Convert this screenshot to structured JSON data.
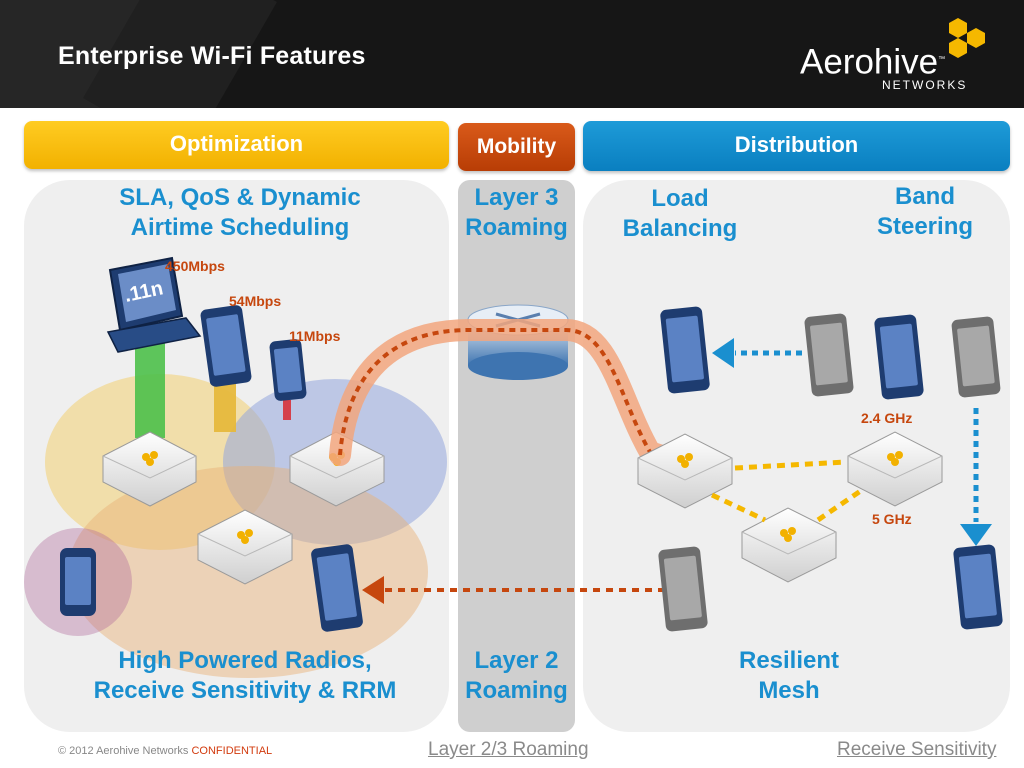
{
  "header": {
    "title": "Enterprise Wi-Fi Features",
    "logo_name": "Aerohive",
    "logo_tm": "™",
    "logo_sub": "NETWORKS"
  },
  "sections": {
    "optimization": "Optimization",
    "mobility": "Mobility",
    "distribution": "Distribution"
  },
  "labels": {
    "sla_line1": "SLA, QoS & Dynamic",
    "sla_line2": "Airtime Scheduling",
    "layer3_line1": "Layer 3",
    "layer3_line2": "Roaming",
    "load_line1": "Load",
    "load_line2": "Balancing",
    "band_line1": "Band",
    "band_line2": "Steering",
    "hp_line1": "High Powered Radios,",
    "hp_line2": "Receive Sensitivity & RRM",
    "layer2_line1": "Layer 2",
    "layer2_line2": "Roaming",
    "mesh_line1": "Resilient",
    "mesh_line2": "Mesh"
  },
  "rates": {
    "rate1": "450Mbps",
    "rate2": "54Mbps",
    "rate3": "11Mbps",
    "laptop_badge": ".11n"
  },
  "bands": {
    "b24": "2.4 GHz",
    "b5": "5 GHz"
  },
  "footer": {
    "copyright": "© 2012 Aerohive Networks",
    "confidential": "CONFIDENTIAL",
    "link1": "Layer 2/3 Roaming",
    "link2": "Receive Sensitivity"
  },
  "colors": {
    "optimization": "#f2b100",
    "mobility": "#c4470c",
    "distribution": "#1387c9",
    "label_blue": "#1a8fcf",
    "accent_orange": "#c6470e"
  }
}
